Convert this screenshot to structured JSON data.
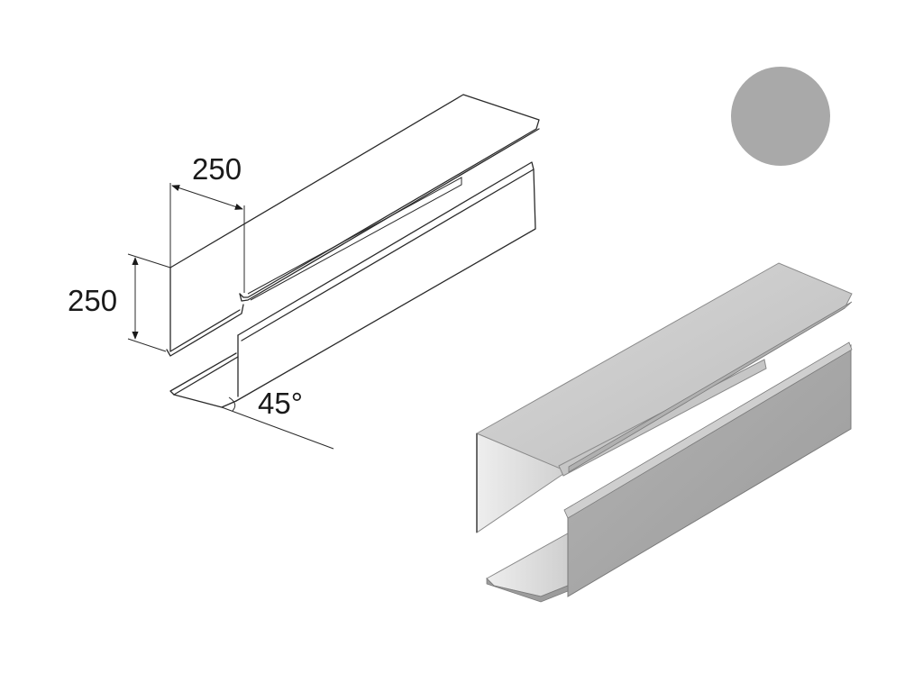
{
  "dimensions": {
    "width_label": "250",
    "height_label": "250",
    "angle_label": "45°"
  },
  "swatch": {
    "color": "#a9a9a9"
  },
  "render_colors": {
    "top_light": "#cfcfcf",
    "top_dark": "#bdbdbd",
    "side_face": "#a6a6a6",
    "inner_face": "#e4e4e4",
    "edge": "#5a5a5a"
  }
}
